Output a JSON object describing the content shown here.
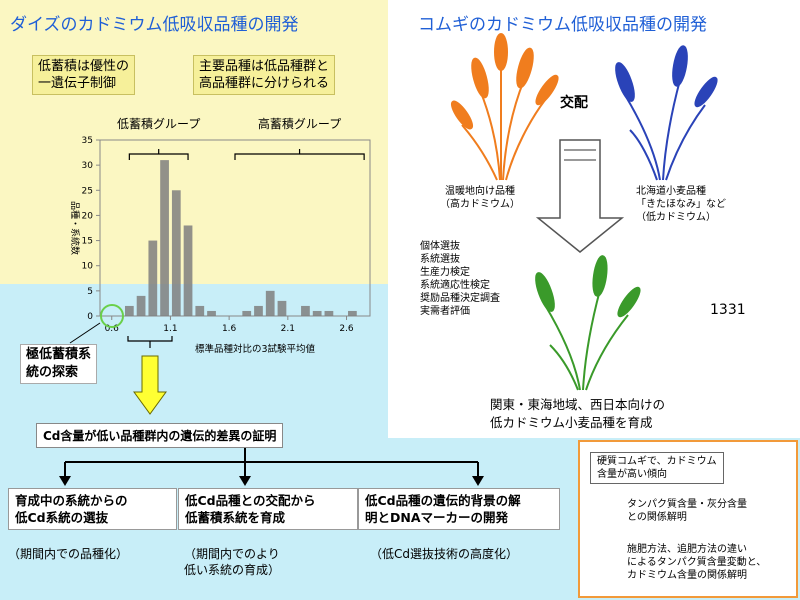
{
  "soy": {
    "title": "ダイズのカドミウム低吸収品種の開発",
    "box1_lines": [
      "低蓄積は優性の",
      "一遺伝子制御"
    ],
    "box2_lines": [
      "主要品種は低品種群と",
      "高品種群に分けられる"
    ],
    "search_lines": [
      "極低蓄積系",
      "統の探索"
    ],
    "proof": "Cd含量が低い品種群内の遺伝的差異の証明",
    "results": [
      {
        "lines": [
          "育成中の系統からの",
          "低Cd系統の選抜"
        ],
        "note_lines": [
          "（期間内での品種化）"
        ]
      },
      {
        "lines": [
          "低Cd品種との交配から",
          "低蓄積系統を育成"
        ],
        "note_lines": [
          "（期間内でのより",
          "低い系統の育成）"
        ]
      },
      {
        "lines": [
          "低Cd品種の遺伝的背景の解",
          "明とDNAマーカーの開発"
        ],
        "note_lines": [
          "（低Cd選抜技術の高度化）"
        ]
      }
    ]
  },
  "chart_data": {
    "type": "bar",
    "title": "",
    "xlabel": "標準品種対比の3試験平均値",
    "ylabel": "品種・系統数",
    "ylim": [
      0,
      35
    ],
    "xlim": [
      0.5,
      2.8
    ],
    "yticks": [
      0,
      5,
      10,
      15,
      20,
      25,
      30,
      35
    ],
    "xticks": [
      "0.6",
      "1.1",
      "1.6",
      "2.1",
      "2.6"
    ],
    "xtick_values": [
      0.6,
      1.1,
      1.6,
      2.1,
      2.6
    ],
    "bin_width": 0.1,
    "x": [
      0.5,
      0.6,
      0.7,
      0.8,
      0.9,
      1.0,
      1.1,
      1.2,
      1.3,
      1.4,
      1.5,
      1.6,
      1.7,
      1.8,
      1.9,
      2.0,
      2.1,
      2.2,
      2.3,
      2.4,
      2.5,
      2.6,
      2.7
    ],
    "values": [
      0,
      0,
      2,
      4,
      15,
      31,
      25,
      18,
      2,
      1,
      0,
      0,
      1,
      2,
      5,
      3,
      0,
      2,
      1,
      1,
      0,
      1,
      0
    ],
    "groups": [
      {
        "label": "低蓄積グループ",
        "from": 0.75,
        "to": 1.25
      },
      {
        "label": "高蓄積グループ",
        "from": 1.65,
        "to": 2.75
      }
    ],
    "grid": false,
    "legend": "none"
  },
  "wheat": {
    "title": "コムギのカドミウム低吸収品種の開発",
    "cross": "交配",
    "parent1_lines": [
      "温暖地向け品種",
      "（高カドミウム）"
    ],
    "parent2_lines": [
      "北海道小麦品種",
      "「きたほなみ」など",
      "（低カドミウム）"
    ],
    "steps": [
      "個体選抜",
      "系統選抜",
      "生産力検定",
      "系統適応性検定",
      "奨励品種決定調査",
      "実需者評価"
    ],
    "line_id": "1331",
    "result_lines": [
      "関東・東海地域、西日本向けの",
      "低カドミウム小麦品種を育成"
    ],
    "note_box": {
      "head_lines": [
        "硬質コムギで、カドミウム",
        "含量が高い傾向"
      ],
      "item1_lines": [
        "タンパク質含量・灰分含量",
        "との関係解明"
      ],
      "item2_lines": [
        "施肥方法、追肥方法の違い",
        "によるタンパク質含量変動と、",
        "カドミウム含量の関係解明"
      ]
    }
  },
  "colors": {
    "title_blue": "#1f5fd6",
    "bar_gray": "#7f7f7f",
    "bg_yellow": "#fbf7c2",
    "bg_cyan": "#c8eef8",
    "wheat_orange": "#f07d1e",
    "wheat_blue": "#2a43b8",
    "wheat_green": "#3a9a2a",
    "note_orange": "#f29a3a",
    "arrow_yellow": "#ffff33"
  }
}
